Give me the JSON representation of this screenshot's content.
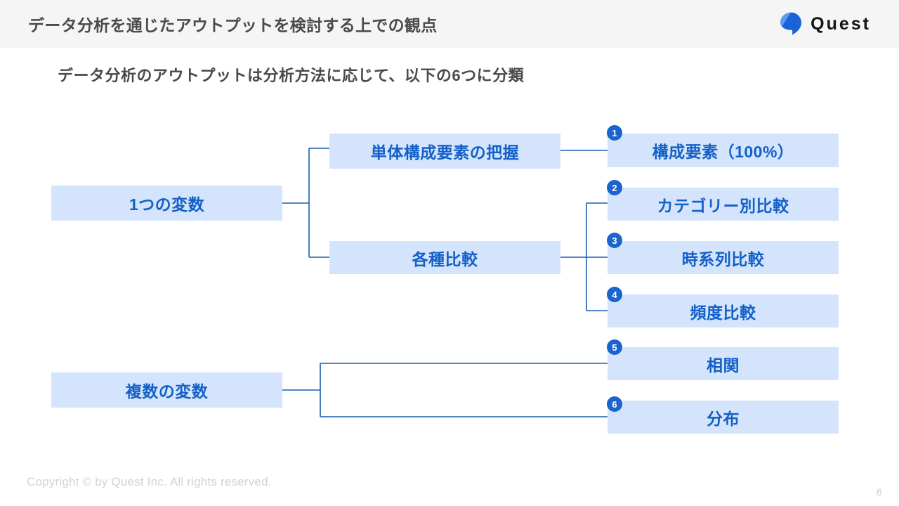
{
  "header": {
    "title": "データ分析を通じたアウトプットを検討する上での観点",
    "brand_name": "Quest",
    "brand_icon": "quest-pin-logo"
  },
  "subtitle": "データ分析のアウトプットは分析方法に応じて、以下の6つに分類",
  "colors": {
    "header_bg": "#f5f5f5",
    "box_fill": "#d4e4fc",
    "box_text": "#1460c8",
    "badge_bg": "#1b63cd",
    "connector": "#1a5cb0",
    "title_text": "#4a4a4a",
    "footer_text": "#d2d2d2"
  },
  "diagram": {
    "level1": [
      {
        "label": "1つの変数"
      },
      {
        "label": "複数の変数"
      }
    ],
    "level2": [
      {
        "label": "単体構成要素の把握"
      },
      {
        "label": "各種比較"
      }
    ],
    "level3": [
      {
        "number": "1",
        "label": "構成要素（100%）"
      },
      {
        "number": "2",
        "label": "カテゴリー別比較"
      },
      {
        "number": "3",
        "label": "時系列比較"
      },
      {
        "number": "4",
        "label": "頻度比較"
      },
      {
        "number": "5",
        "label": "相関"
      },
      {
        "number": "6",
        "label": "分布"
      }
    ]
  },
  "footer": {
    "copyright": "Copyright © by Quest Inc. All rights reserved.",
    "page_number": "6"
  }
}
